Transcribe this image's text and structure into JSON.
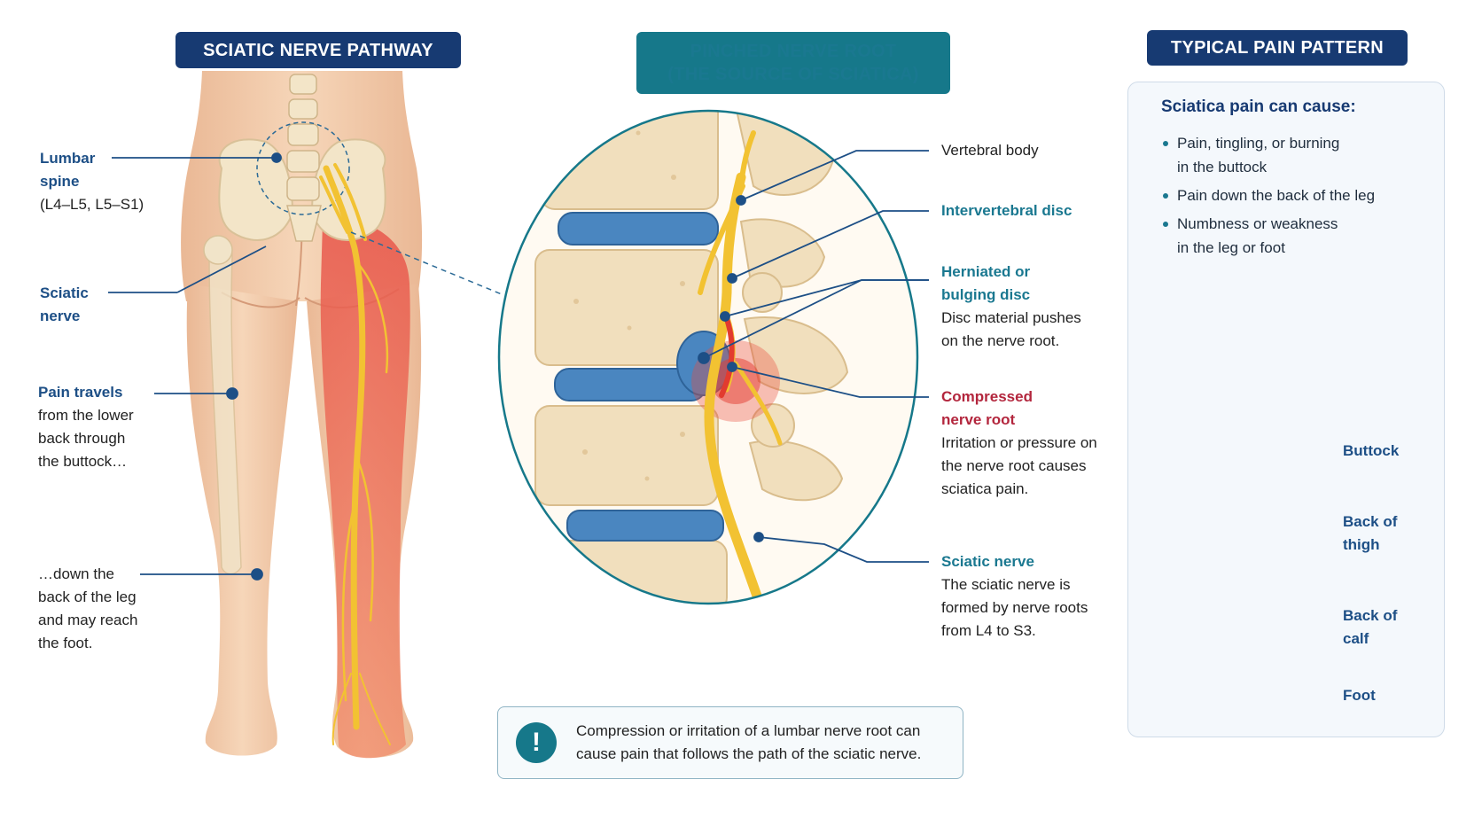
{
  "headers": {
    "pathway": "SCIATIC NERVE PATHWAY",
    "pinched_line1": "PINCHED NERVE ROOT",
    "pinched_line2": "(THE SOURCE OF SCIATICA)",
    "pattern": "TYPICAL PAIN PATTERN"
  },
  "left_labels": {
    "lumbar_l1": "Lumbar",
    "lumbar_l2": "spine",
    "lumbar_l3": "(L4–L5, L5–S1)",
    "sciatic_l1": "Sciatic",
    "sciatic_l2": "nerve",
    "pain_l1": "Pain travels",
    "pain_l2": "from the lower",
    "pain_l3": "back through",
    "pain_l4": "the buttock…",
    "down_l1": "…down the",
    "down_l2": "back of the leg",
    "down_l3": "and may reach",
    "down_l4": "the foot."
  },
  "middle_labels": {
    "vertebral_body": "Vertebral body",
    "disc": "Intervertebral disc",
    "herniated_l1": "Herniated or",
    "herniated_l2": "bulging disc",
    "herniated_d1": "Disc material pushes",
    "herniated_d2": "on the nerve root.",
    "compressed_l1": "Compressed",
    "compressed_l2": "nerve root",
    "compressed_d1": "Irritation or pressure on",
    "compressed_d2": "the nerve root causes",
    "compressed_d3": "sciatica pain.",
    "sciatic_title": "Sciatic nerve",
    "sciatic_d1": "The sciatic nerve is",
    "sciatic_d2": "formed by nerve roots",
    "sciatic_d3": "from L4 to S3."
  },
  "right_panel": {
    "title": "Sciatica pain can cause:",
    "causes": [
      {
        "l1": "Pain, tingling, or burning",
        "l2": "in the buttock"
      },
      {
        "l1": "Pain down the back of the leg",
        "l2": ""
      },
      {
        "l1": "Numbness or weakness",
        "l2": "in the leg or foot"
      }
    ],
    "regions": {
      "buttock": "Buttock",
      "thigh_l1": "Back of",
      "thigh_l2": "thigh",
      "calf_l1": "Back of",
      "calf_l2": "calf",
      "foot": "Foot"
    }
  },
  "note": {
    "icon": "!",
    "line1": "Compression or irritation of a lumbar nerve root can",
    "line2": "cause pain that follows the path of the sciatic nerve."
  },
  "colors": {
    "navy": "#173a72",
    "teal": "#16788a",
    "red": "#b3263d",
    "skin": "#f3cfae",
    "nerve": "#f2c232",
    "disc": "#4a86c0",
    "bone": "#f1dfbd"
  }
}
